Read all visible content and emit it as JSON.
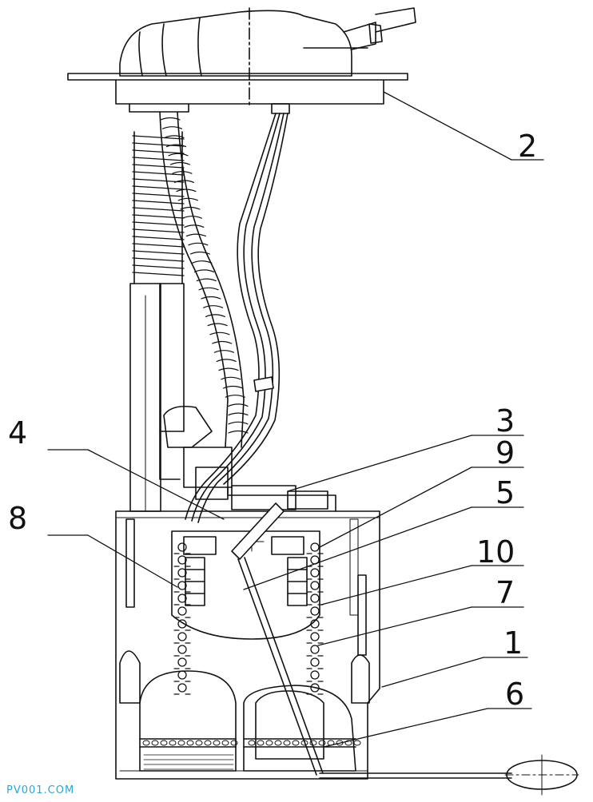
{
  "diagram": {
    "callouts": [
      {
        "id": "c2",
        "label": "2"
      },
      {
        "id": "c3",
        "label": "3"
      },
      {
        "id": "c4",
        "label": "4"
      },
      {
        "id": "c9",
        "label": "9"
      },
      {
        "id": "c8",
        "label": "8"
      },
      {
        "id": "c5",
        "label": "5"
      },
      {
        "id": "c10",
        "label": "10"
      },
      {
        "id": "c7",
        "label": "7"
      },
      {
        "id": "c1",
        "label": "1"
      },
      {
        "id": "c6",
        "label": "6"
      }
    ]
  },
  "watermark": "PV001.COM",
  "colors": {
    "line": "#111111",
    "watermark": "#2aa6d8"
  }
}
